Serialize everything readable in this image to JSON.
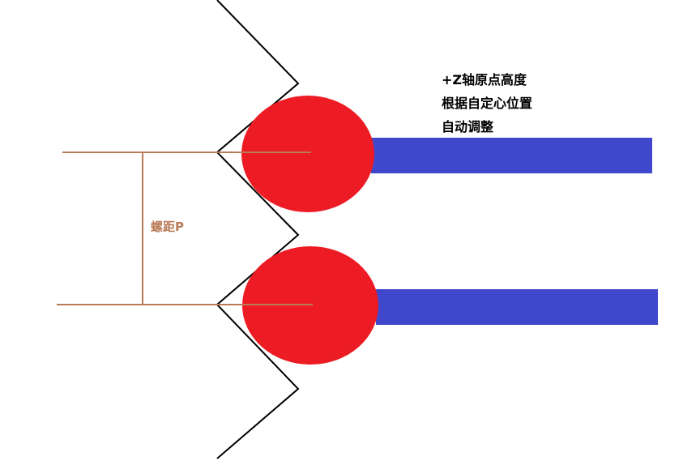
{
  "annotation": {
    "line1": "+Z轴原点高度",
    "line2": "根据自定心位置",
    "line3": "自动调整"
  },
  "pitch": {
    "label": "螺距P"
  },
  "colors": {
    "thread_outline": "#000000",
    "ball": "#ed1c24",
    "rod": "#3f48cc",
    "dimension": "#b97a57",
    "text": "#000000"
  }
}
